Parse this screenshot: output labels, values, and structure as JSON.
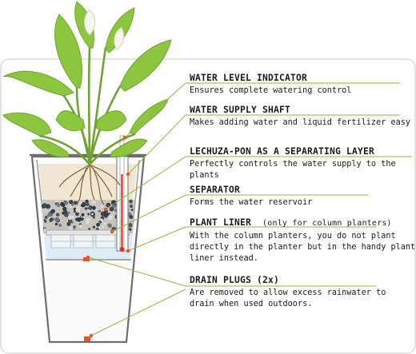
{
  "callouts": [
    {
      "title": "WATER LEVEL INDICATOR",
      "note": "",
      "desc": "Ensures complete watering control"
    },
    {
      "title": "WATER SUPPLY SHAFT",
      "note": "",
      "desc": "Makes adding water and liquid fertilizer easy"
    },
    {
      "title": "LECHUZA-PON AS A SEPARATING LAYER",
      "note": "",
      "desc": "Perfectly controls the water supply to the plants"
    },
    {
      "title": "SEPARATOR",
      "note": "",
      "desc": "Forms the water reservoir"
    },
    {
      "title": "PLANT LINER",
      "note": "(only for column planters)",
      "desc": "With the column planters, you do not plant\ndirectly in the planter but in the handy plant\nliner instead."
    },
    {
      "title": "DRAIN PLUGS (2x)",
      "note": "",
      "desc": "Are removed to allow excess rainwater to\ndrain when used outdoors."
    }
  ],
  "colors": {
    "leader_line": "#8cb83a",
    "pointer_dot": "#e8561e",
    "leaf": "#8cc63f",
    "pot_outline": "#6e6e6e",
    "water": "#dcecf6",
    "soil": "#f1e6d2",
    "pon": "#2f3a45"
  }
}
